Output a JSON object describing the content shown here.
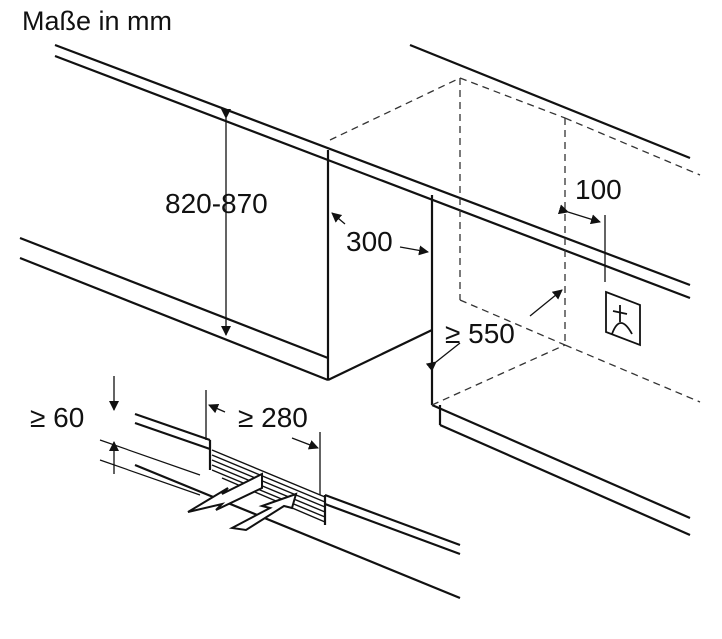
{
  "title": "Maße in mm",
  "dimensions": {
    "height": "820-870",
    "side_gap": "300",
    "socket_offset": "100",
    "depth": "≥ 550",
    "plinth_height": "≥ 60",
    "vent_width": "≥ 280"
  },
  "icons": [
    "socket-icon",
    "airflow-out-arrow",
    "airflow-in-arrow"
  ]
}
